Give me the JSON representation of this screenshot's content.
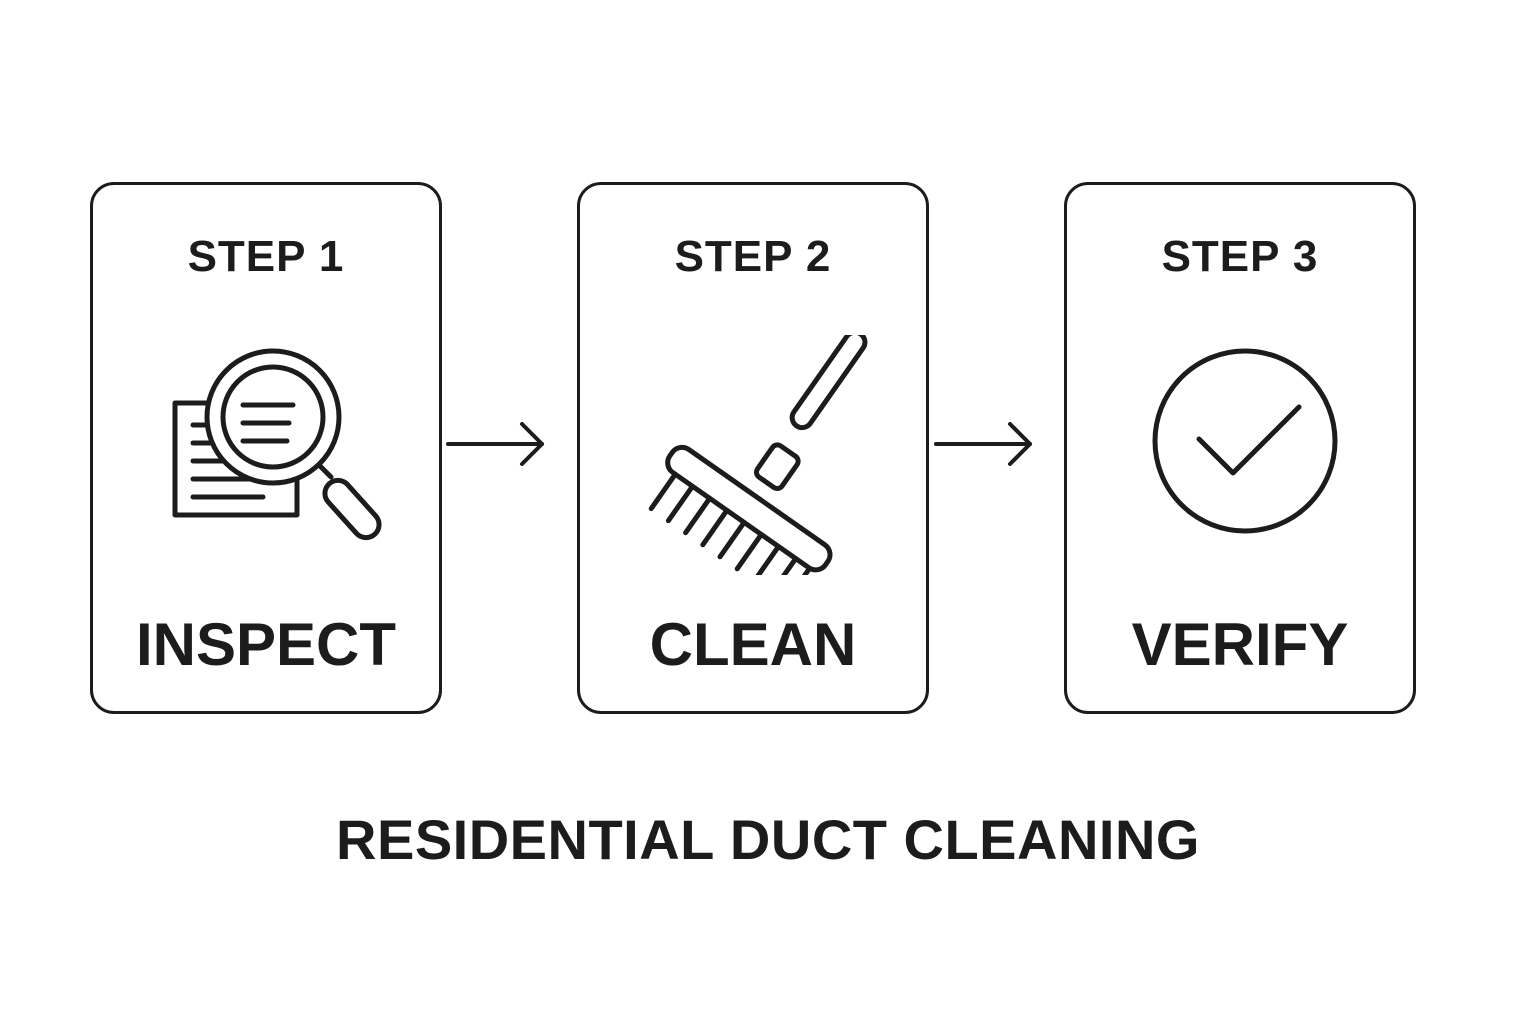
{
  "steps": [
    {
      "label": "STEP 1",
      "name": "INSPECT",
      "icon": "magnifier-document-icon"
    },
    {
      "label": "STEP 2",
      "name": "CLEAN",
      "icon": "brush-icon"
    },
    {
      "label": "STEP 3",
      "name": "VERIFY",
      "icon": "checkmark-circle-icon"
    }
  ],
  "caption": "RESIDENTIAL DUCT CLEANING",
  "colors": {
    "stroke": "#1c1c1c",
    "background": "#ffffff"
  }
}
